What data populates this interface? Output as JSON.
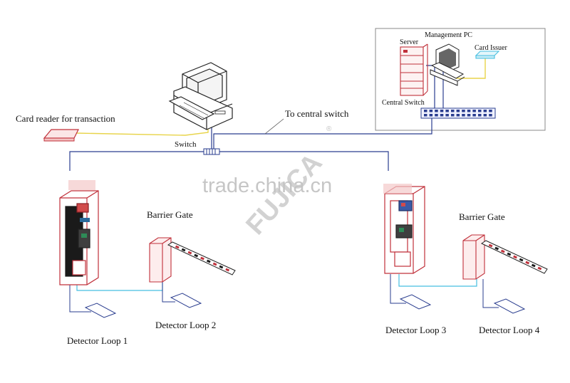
{
  "labels": {
    "card_reader": "Card reader for transaction",
    "to_central_switch": "To central switch",
    "switch": "Switch",
    "server": "Server",
    "management_pc": "Management PC",
    "card_issuer": "Card Issuer",
    "central_switch": "Central Switch",
    "barrier_gate_left": "Barrier Gate",
    "barrier_gate_right": "Barrier Gate",
    "detector_loop_1": "Detector Loop  1",
    "detector_loop_2": "Detector Loop  2",
    "detector_loop_3": "Detector Loop  3",
    "detector_loop_4": "Detector Loop 4"
  },
  "watermark": {
    "site": "trade.china.cn",
    "brand": "FUJICA",
    "registered": "®"
  },
  "colors": {
    "network_cable": "#2a3d8f",
    "data_cable_yellow": "#e8d44a",
    "loop_cable": "#46bfe0",
    "device_outline": "#c0303a",
    "pc_outline": "#222222",
    "watermark": "#bdbdbd"
  }
}
